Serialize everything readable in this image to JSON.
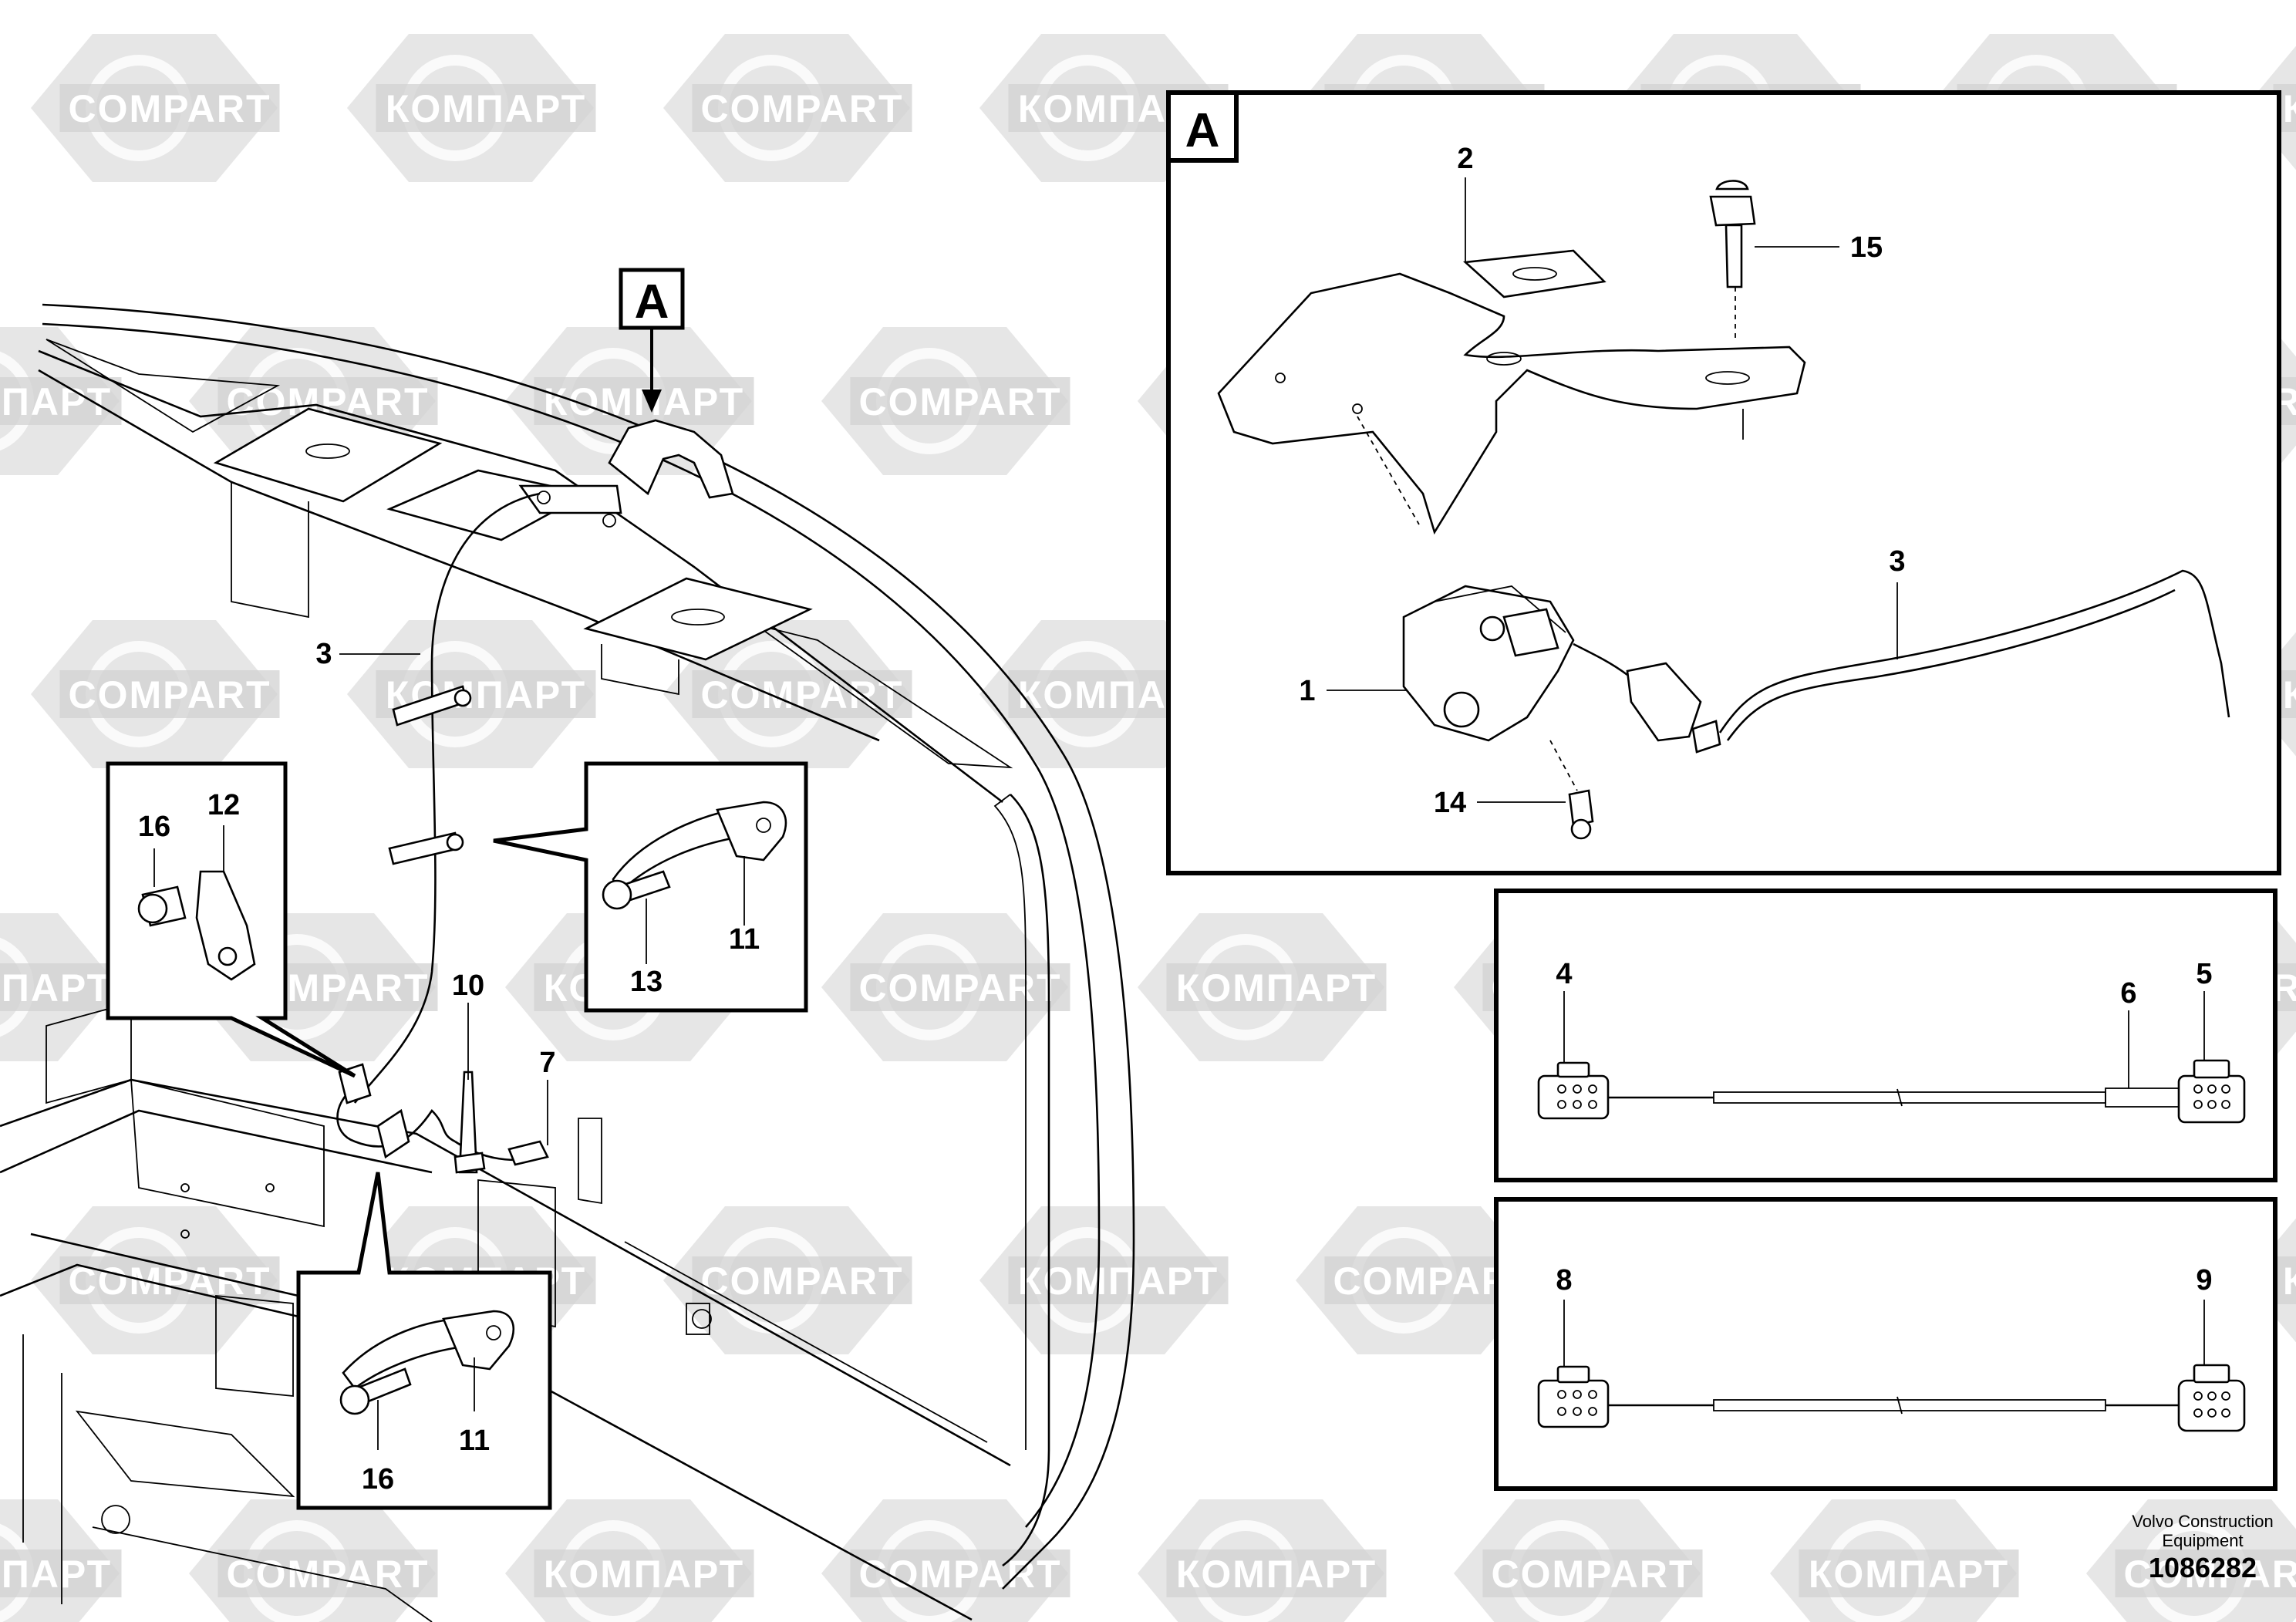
{
  "watermark": {
    "text_latin": "COMPART",
    "text_cyrillic": "КОМПАРТ",
    "color": "#d2d2d2"
  },
  "view_label": "A",
  "callouts": {
    "main": {
      "c3": "3",
      "c16": "16",
      "c12": "12",
      "c13": "13",
      "c11a": "11",
      "c10": "10",
      "c7": "7",
      "c11b": "11",
      "c16b": "16"
    },
    "detail_a": {
      "c2": "2",
      "c15": "15",
      "c3": "3",
      "c1": "1",
      "c14": "14"
    },
    "harness_1": {
      "c4": "4",
      "c6": "6",
      "c5": "5"
    },
    "harness_2": {
      "c8": "8",
      "c9": "9"
    }
  },
  "footer": {
    "credit_line1": "Volvo Construction",
    "credit_line2": "Equipment",
    "doc_number": "1086282"
  }
}
